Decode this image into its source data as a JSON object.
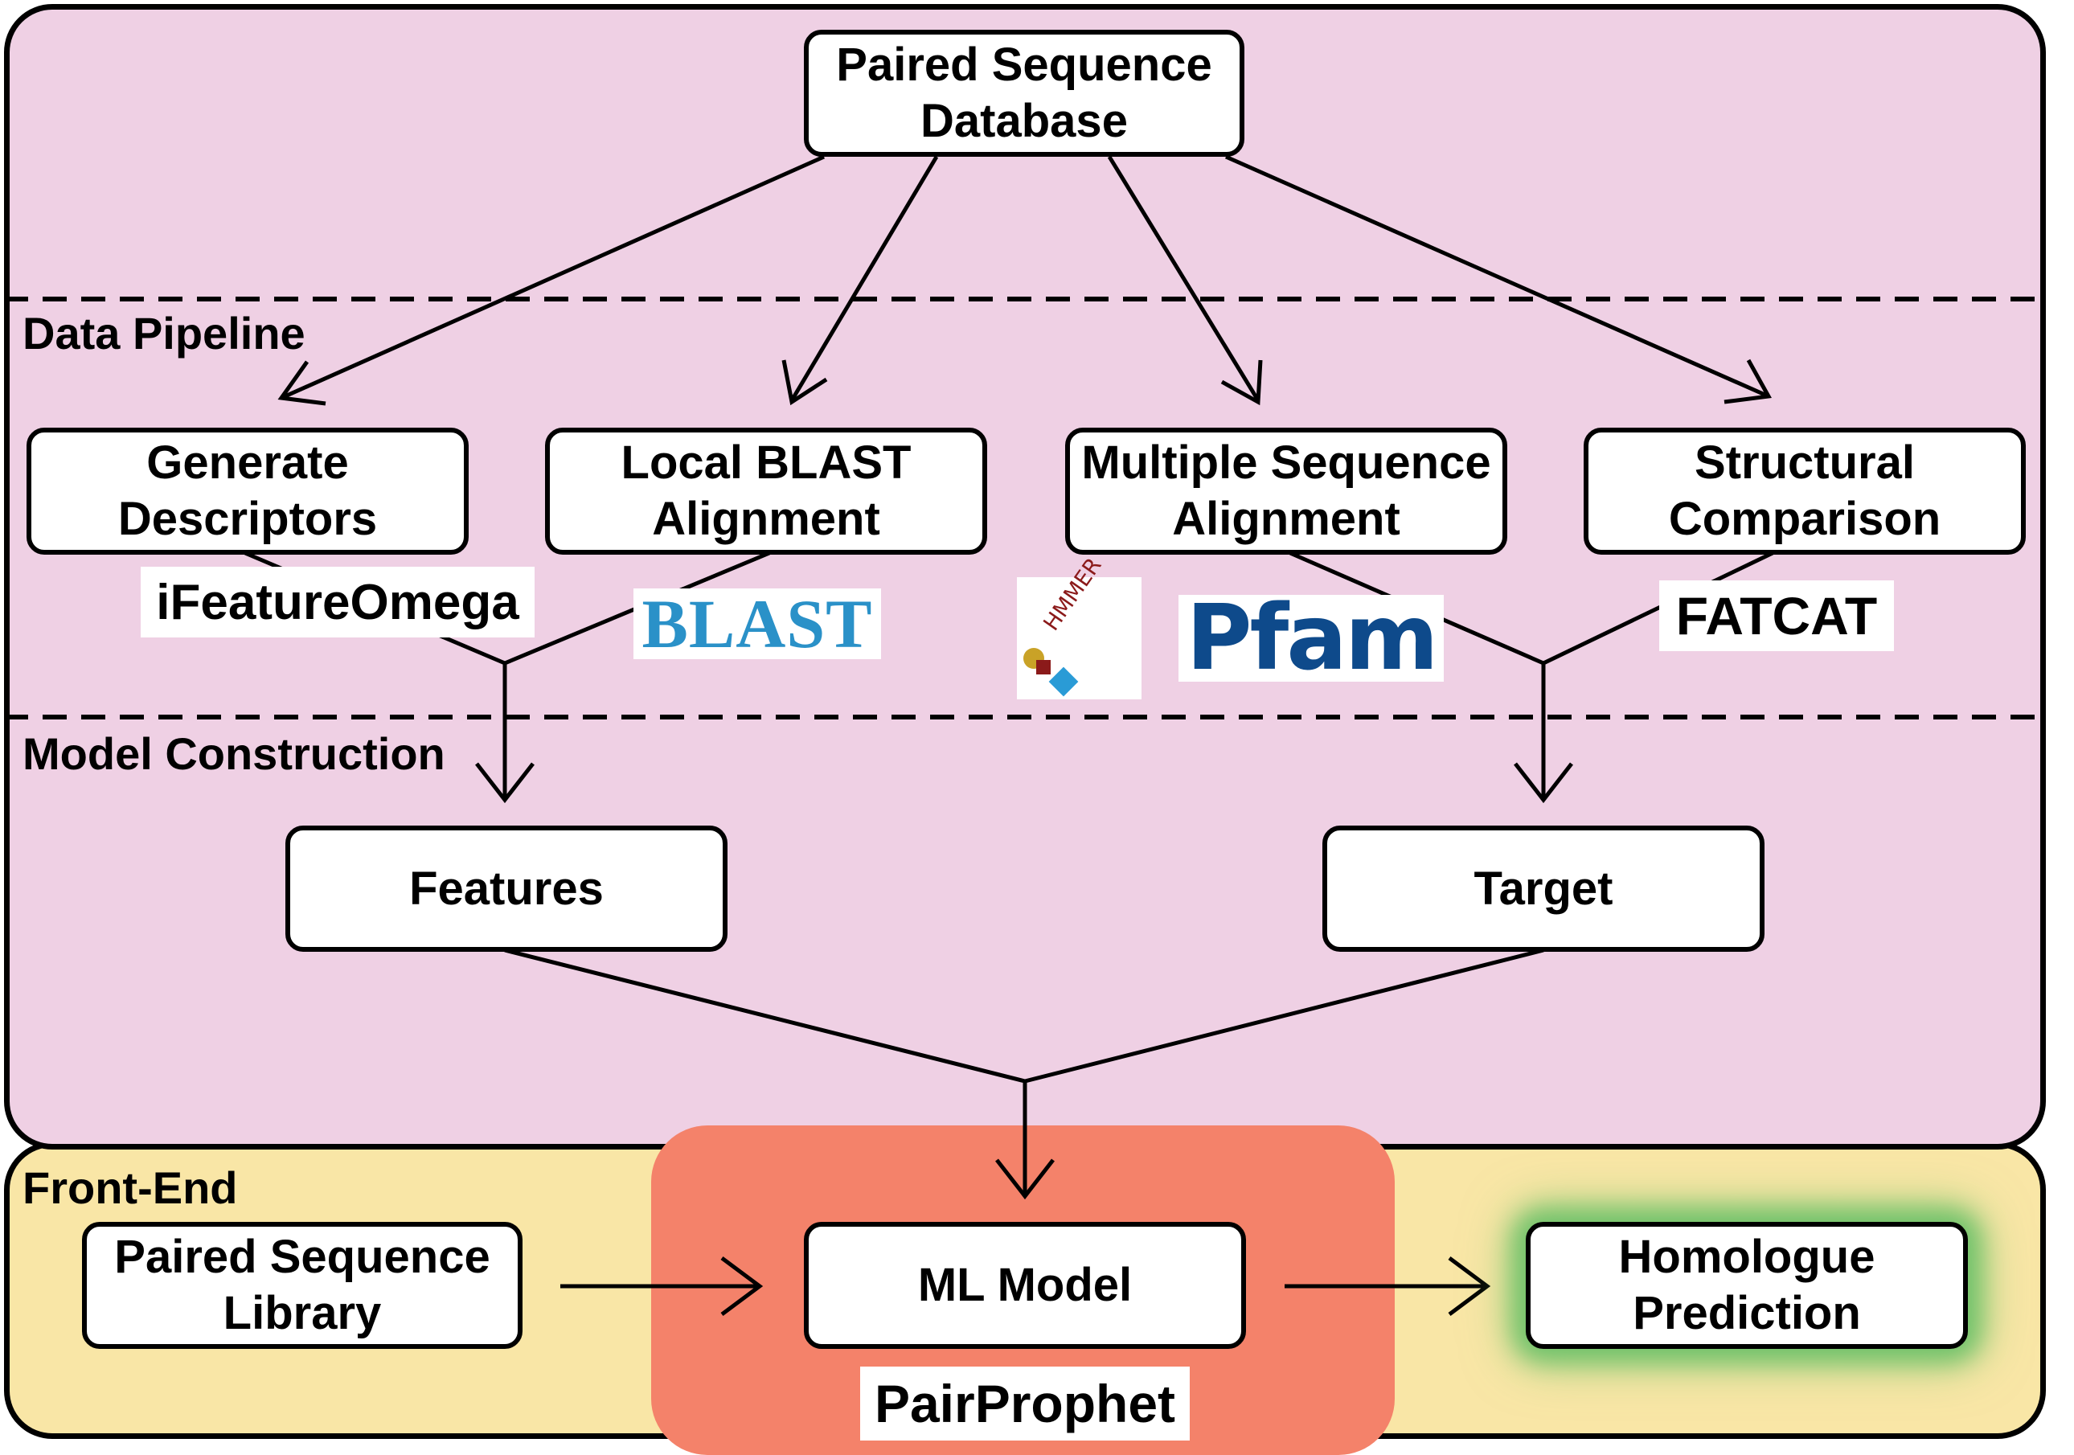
{
  "regions": {
    "data_pipeline": "Data Pipeline",
    "model_construction": "Model Construction",
    "front_end": "Front-End"
  },
  "nodes": {
    "database": "Paired Sequence\nDatabase",
    "descriptors": "Generate\nDescriptors",
    "local_blast": "Local BLAST\nAlignment",
    "msa": "Multiple Sequence\nAlignment",
    "structural": "Structural\nComparison",
    "features": "Features",
    "target": "Target",
    "library": "Paired Sequence\nLibrary",
    "ml_model": "ML Model",
    "prediction": "Homologue\nPrediction"
  },
  "tools": {
    "ifeature": "iFeatureOmega",
    "blast": "BLAST",
    "hmmer": "HMMER",
    "pfam": "Pfam",
    "fatcat": "FATCAT",
    "pairprophet": "PairProphet"
  },
  "colors": {
    "pipeline_bg": "#efd0e4",
    "frontend_bg": "#f9e6a6",
    "pairprophet_bg": "#f4826a",
    "prediction_glow": "#72c36b",
    "blast_logo": "#2a91c8",
    "pfam_logo": "#0e4a8b",
    "hmmer_text": "#8b1a1a"
  }
}
